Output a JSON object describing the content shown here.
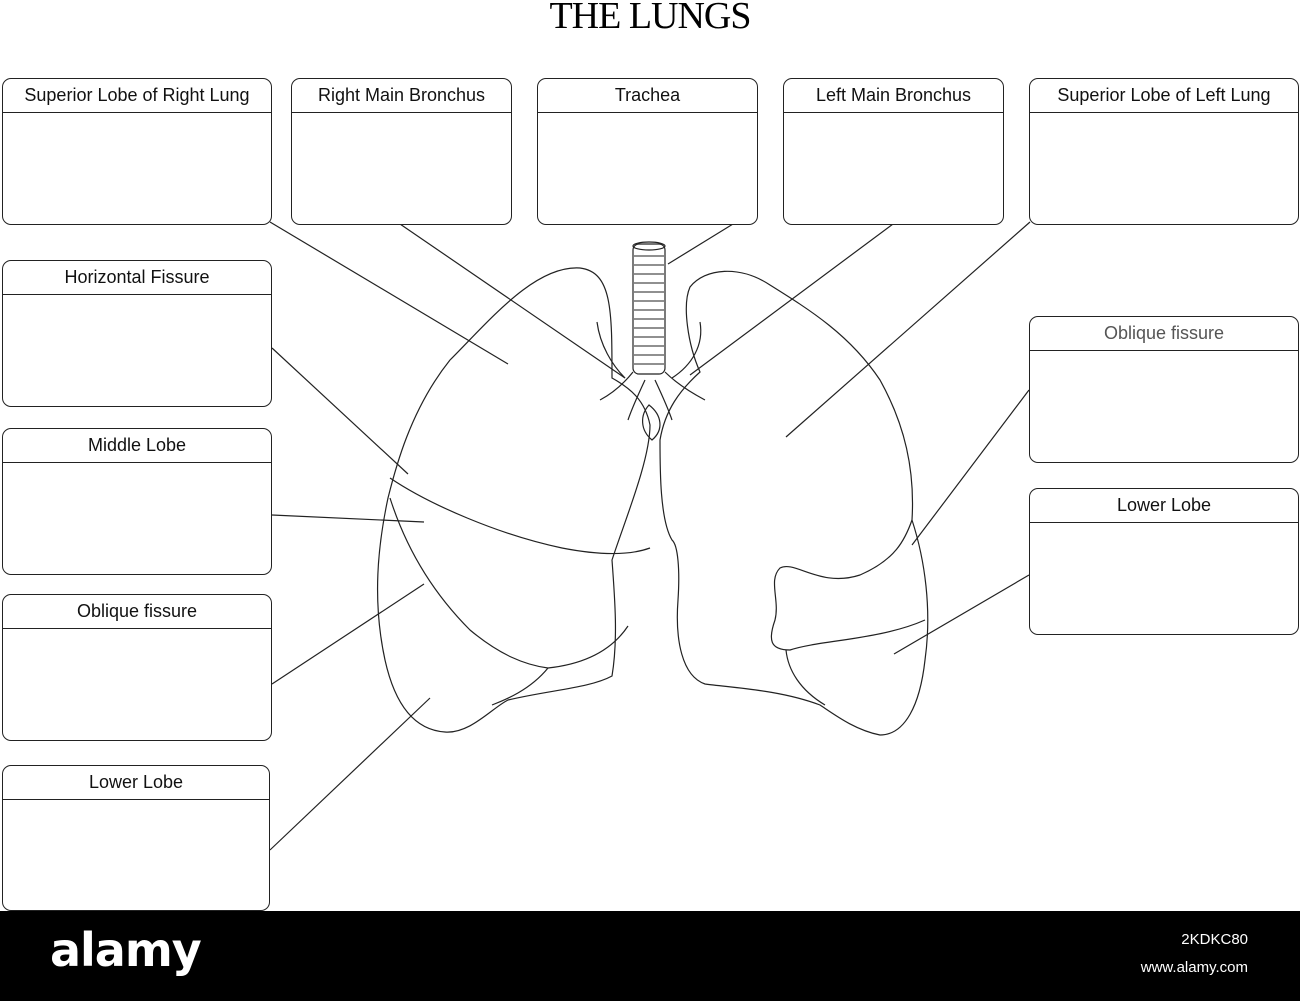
{
  "title": "THE LUNGS",
  "labels": {
    "superior_right": "Superior Lobe of Right Lung",
    "right_main_bronchus": "Right Main Bronchus",
    "trachea": "Trachea",
    "left_main_bronchus": "Left Main Bronchus",
    "superior_left": "Superior Lobe of Left Lung",
    "horizontal_fissure": "Horizontal Fissure",
    "middle_lobe": "Middle Lobe",
    "oblique_fissure_right": "Oblique fissure",
    "lower_lobe_right": "Lower Lobe",
    "oblique_fissure_left": "Oblique fissure",
    "lower_lobe_left": "Lower Lobe"
  },
  "footer": {
    "brand": "alamy",
    "image_id": "2KDKC80",
    "url": "www.alamy.com"
  }
}
